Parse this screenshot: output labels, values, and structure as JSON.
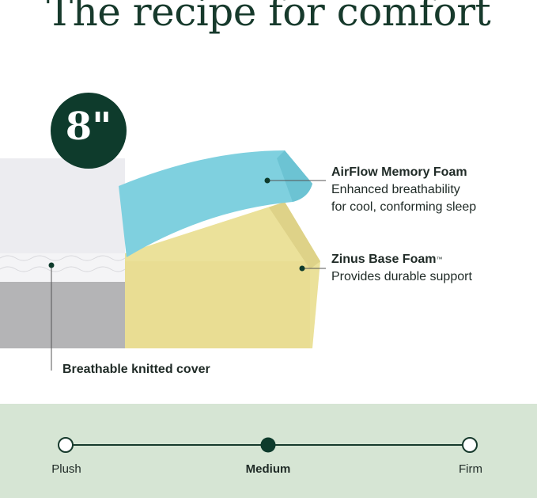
{
  "title": "The recipe for comfort",
  "badge": "8\"",
  "layers": [
    {
      "name": "AirFlow Memory Foam",
      "desc1": "Enhanced breathability",
      "desc2": "for cool, conforming sleep"
    },
    {
      "name": "Zinus Base Foam",
      "trademark": "™",
      "desc1": "Provides durable support"
    },
    {
      "name": "Breathable knitted cover"
    }
  ],
  "firmness": {
    "levels": [
      "Plush",
      "Medium",
      "Firm"
    ],
    "selected": "Medium",
    "selected_index": 1
  },
  "colors": {
    "brand": "#0e3b2c",
    "band": "#d6e5d4",
    "memory_foam": "#7fd0df",
    "base_foam": "#ece29c"
  }
}
